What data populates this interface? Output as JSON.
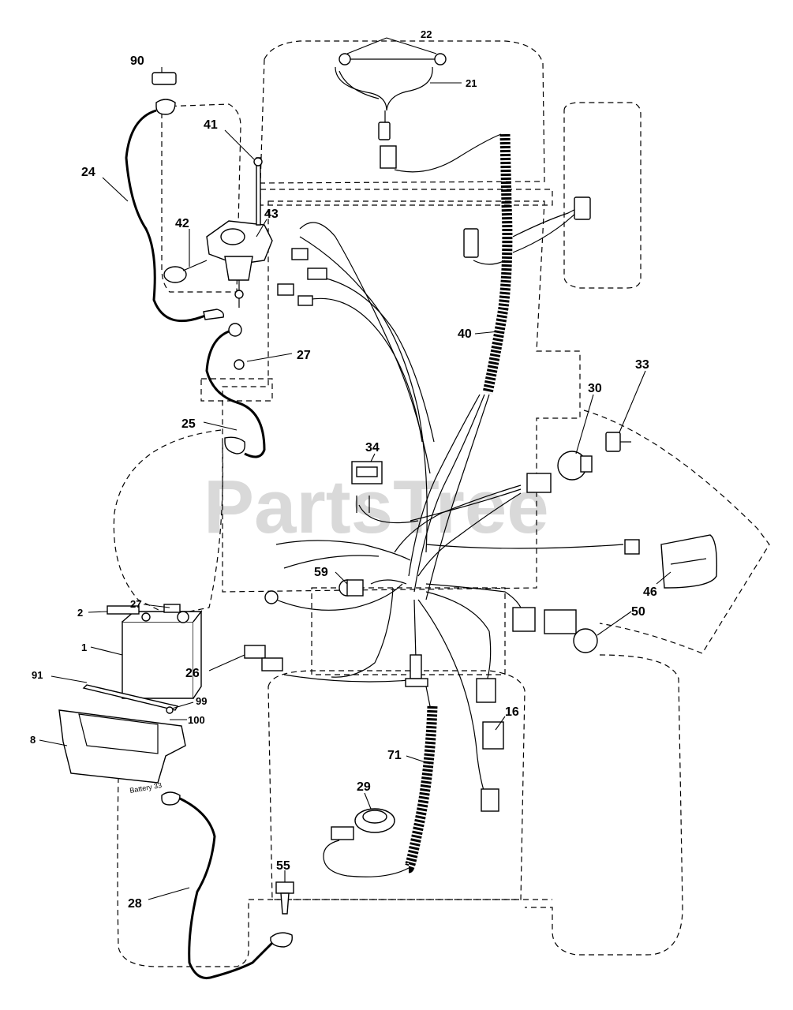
{
  "watermark": "PartsTree",
  "battery_stamp": "Battery 33",
  "callouts": {
    "c90": "90",
    "c22": "22",
    "c21": "21",
    "c41": "41",
    "c24": "24",
    "c42": "42",
    "c43": "43",
    "c40": "40",
    "c27a": "27",
    "c33": "33",
    "c30": "30",
    "c25": "25",
    "c34": "34",
    "c59": "59",
    "c46": "46",
    "c2": "2",
    "c27b": "27",
    "c50": "50",
    "c1": "1",
    "c26": "26",
    "c91": "91",
    "c99": "99",
    "c100": "100",
    "c16": "16",
    "c8": "8",
    "c71": "71",
    "c29": "29",
    "c55": "55",
    "c28": "28"
  }
}
